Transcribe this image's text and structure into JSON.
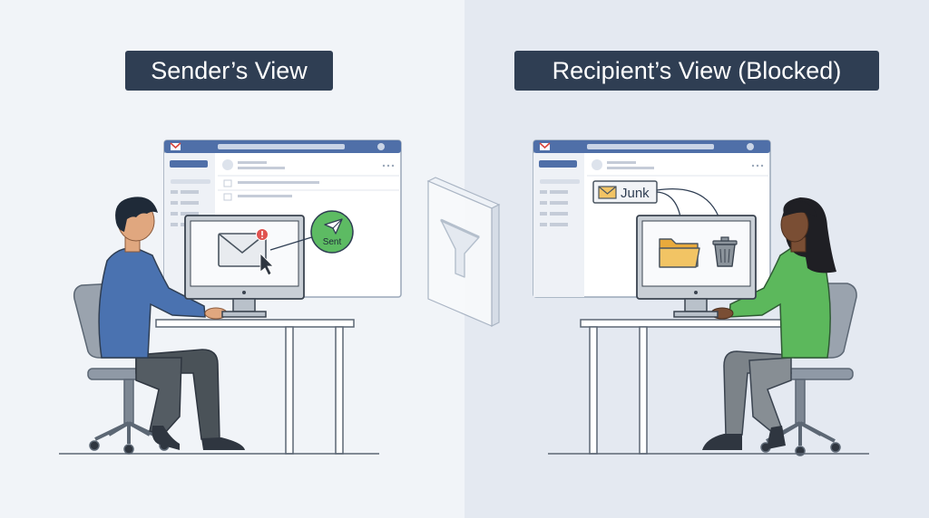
{
  "sender_view": {
    "title": "Sender’s View",
    "sent_badge": "Sent",
    "colors": {
      "shirt": "#4a72b0",
      "badge": "#5dbb63",
      "alert": "#e0524f"
    },
    "icons": [
      "email-app-logo",
      "envelope-icon",
      "alert-icon",
      "cursor-icon",
      "paper-plane-icon"
    ]
  },
  "filter": {
    "icons": [
      "funnel-icon"
    ]
  },
  "recipient_view": {
    "title": "Recipient’s View (Blocked)",
    "junk_label": "Junk",
    "colors": {
      "shirt": "#5cb85c",
      "folder": "#f2c464",
      "trash": "#8c949c"
    },
    "icons": [
      "email-app-logo",
      "envelope-icon",
      "folder-icon",
      "trash-icon"
    ]
  }
}
